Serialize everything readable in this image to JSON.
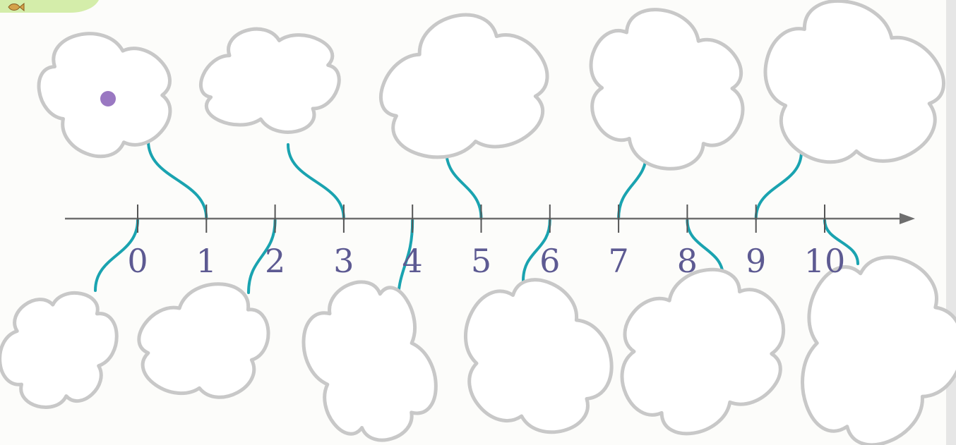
{
  "number_line": {
    "ticks": [
      "0",
      "1",
      "2",
      "3",
      "4",
      "5",
      "6",
      "7",
      "8",
      "9",
      "10"
    ],
    "arrow": "right"
  },
  "clouds": [
    {
      "id": "cloud-top-1",
      "row": "top",
      "connects_to": 1,
      "marked": true
    },
    {
      "id": "cloud-top-3",
      "row": "top",
      "connects_to": 3,
      "marked": false
    },
    {
      "id": "cloud-top-5",
      "row": "top",
      "connects_to": 5,
      "marked": false
    },
    {
      "id": "cloud-top-7",
      "row": "top",
      "connects_to": 7,
      "marked": false
    },
    {
      "id": "cloud-top-9",
      "row": "top",
      "connects_to": 9,
      "marked": false
    },
    {
      "id": "cloud-bottom-0",
      "row": "bottom",
      "connects_to": 0,
      "marked": false
    },
    {
      "id": "cloud-bottom-2",
      "row": "bottom",
      "connects_to": 2,
      "marked": false
    },
    {
      "id": "cloud-bottom-4",
      "row": "bottom",
      "connects_to": 4,
      "marked": false
    },
    {
      "id": "cloud-bottom-6",
      "row": "bottom",
      "connects_to": 6,
      "marked": false
    },
    {
      "id": "cloud-bottom-8",
      "row": "bottom",
      "connects_to": 8,
      "marked": false
    },
    {
      "id": "cloud-bottom-10",
      "row": "bottom",
      "connects_to": 10,
      "marked": false
    }
  ],
  "colors": {
    "connector": "#1aa3b0",
    "cloud_outline": "#c8c8c8",
    "numbers": "#5d5a92",
    "dot": "#9a78c2",
    "axis": "#6e6e6e",
    "corner_badge": "#d4edaa"
  },
  "icons": {
    "corner": "fish-icon"
  }
}
